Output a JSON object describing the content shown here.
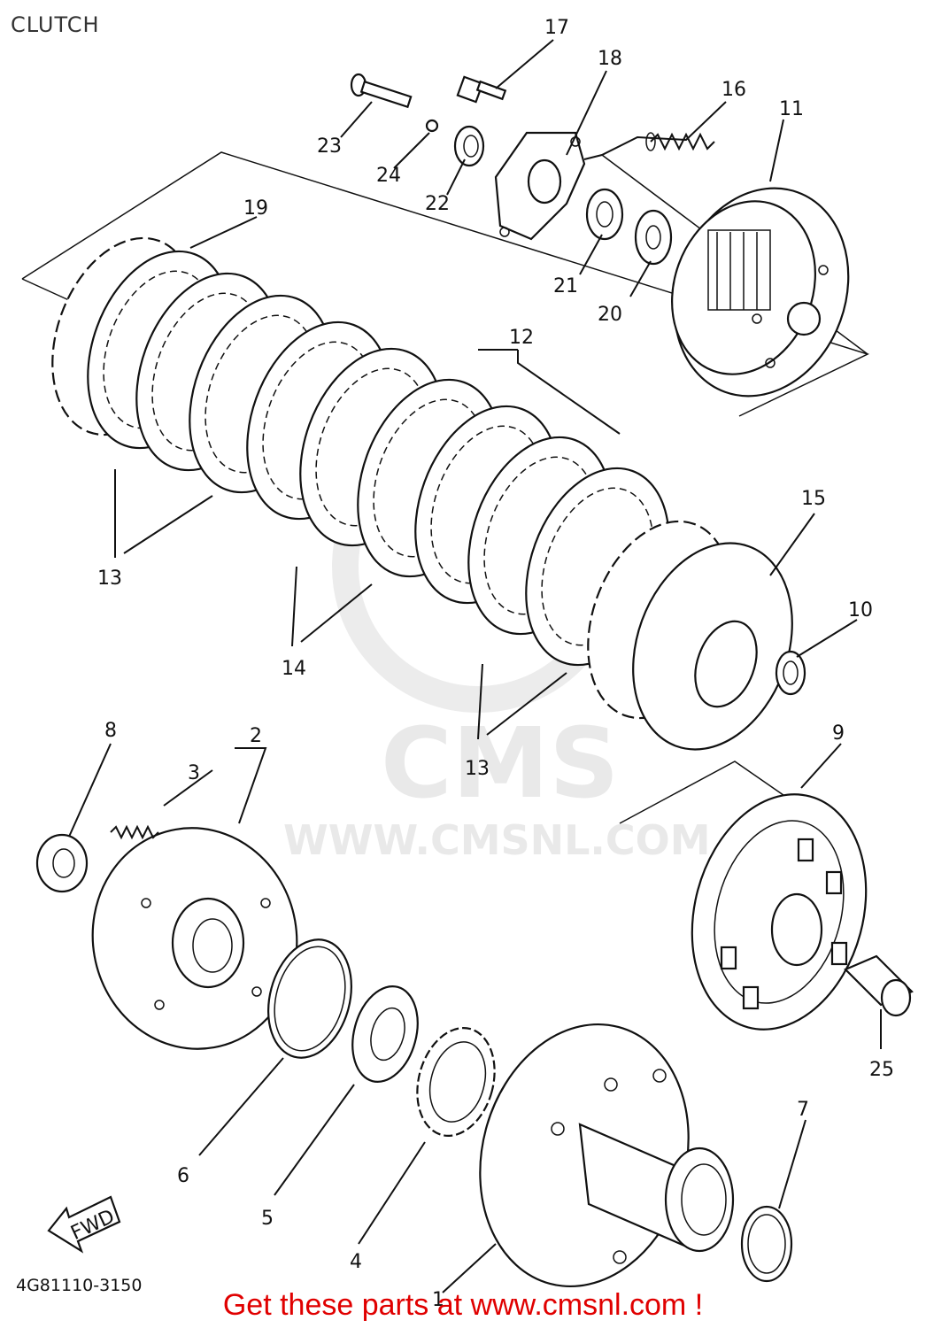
{
  "page_title": "CLUTCH",
  "diagram_code": "4G81110-3150",
  "watermark": {
    "brand": "CMS",
    "url": "WWW.CMSNL.COM"
  },
  "footer_text": "Get these parts at www.cmsnl.com !",
  "fwd_label": "FWD",
  "callouts": {
    "c1": "1",
    "c2": "2",
    "c3": "3",
    "c4": "4",
    "c5": "5",
    "c6": "6",
    "c7": "7",
    "c8": "8",
    "c9": "9",
    "c10": "10",
    "c11": "11",
    "c12": "12",
    "c13a": "13",
    "c13b": "13",
    "c14": "14",
    "c15": "15",
    "c16": "16",
    "c17": "17",
    "c18": "18",
    "c19": "19",
    "c20": "20",
    "c21": "21",
    "c22": "22",
    "c23": "23",
    "c24": "24",
    "c25": "25"
  }
}
